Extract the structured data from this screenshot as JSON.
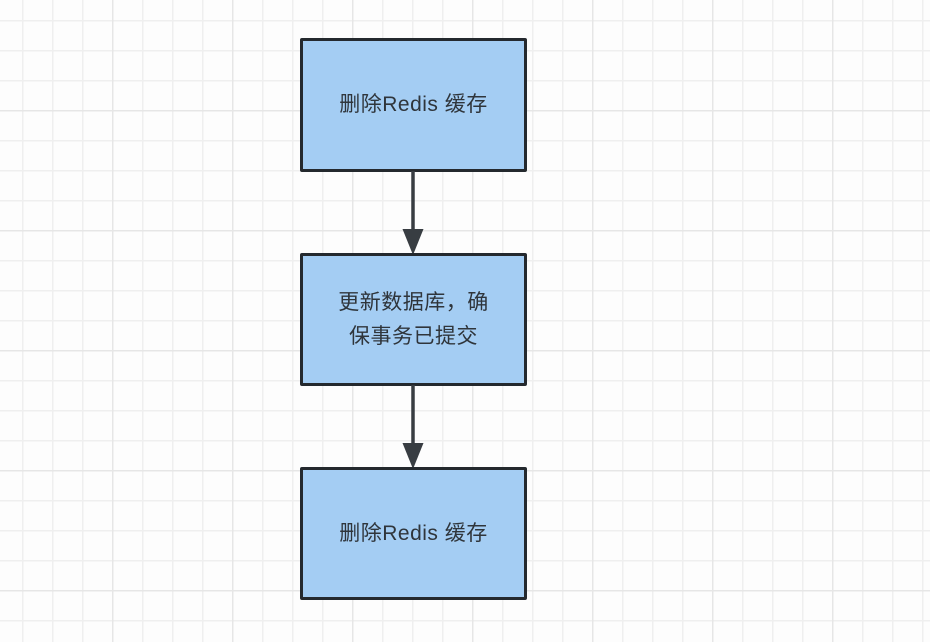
{
  "diagram": {
    "type": "flowchart",
    "direction": "top-down",
    "nodes": [
      {
        "id": "node-1",
        "label": "删除Redis 缓存"
      },
      {
        "id": "node-2",
        "label": "更新数据库，确\n保事务已提交"
      },
      {
        "id": "node-3",
        "label": "删除Redis 缓存"
      }
    ],
    "edges": [
      {
        "from": "node-1",
        "to": "node-2",
        "style": "arrow-down"
      },
      {
        "from": "node-2",
        "to": "node-3",
        "style": "arrow-down"
      }
    ],
    "colors": {
      "node_fill": "#A4CDF3",
      "node_border": "#24292E",
      "arrow": "#383D42",
      "text": "#2F353B",
      "canvas_background": "#FDFDFD",
      "grid_minor_line": "#EFEFEF",
      "grid_major_line": "#E6E6E6"
    }
  }
}
